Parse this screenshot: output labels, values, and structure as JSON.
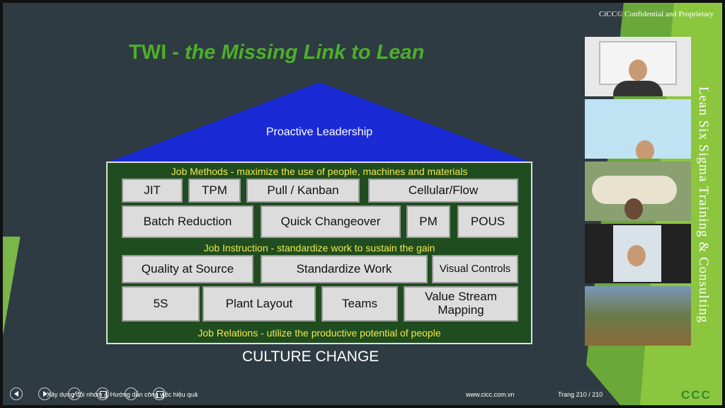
{
  "slide": {
    "title_prefix": "TWI - ",
    "title_rest": "the Missing Link to Lean",
    "roof": "Proactive Leadership",
    "job_methods": "Job  Methods - maximize the use of people, machines and materials",
    "job_instruction": "Job Instruction - standardize work to sustain the gain",
    "job_relations": "Job Relations - utilize the productive potential of people",
    "row1": [
      "JIT",
      "TPM",
      "Pull / Kanban",
      "Cellular/Flow"
    ],
    "row2": [
      "Batch Reduction",
      "Quick Changeover",
      "PM",
      "POUS"
    ],
    "row3": [
      "Quality at Source",
      "Standardize Work",
      "Visual Controls"
    ],
    "row4": [
      "5S",
      "Plant Layout",
      "Teams",
      "Value Stream Mapping"
    ],
    "culture": "CULTURE  CHANGE",
    "confidential": "CiCC© Confidential and Proprietary",
    "vertical": "Lean Six Sigma Training & Consulting"
  },
  "footer": {
    "caption": "Xây dựng đội nhóm & Hướng dẫn công việc hiệu quả",
    "website": "www.cicc.com.vn",
    "page": "Trang 210 / 210",
    "logo": "CCC"
  },
  "colors": {
    "title": "#4caf2a",
    "roof": "#1a2bd6",
    "body": "#1f4d1f",
    "label": "#f1e94a"
  }
}
